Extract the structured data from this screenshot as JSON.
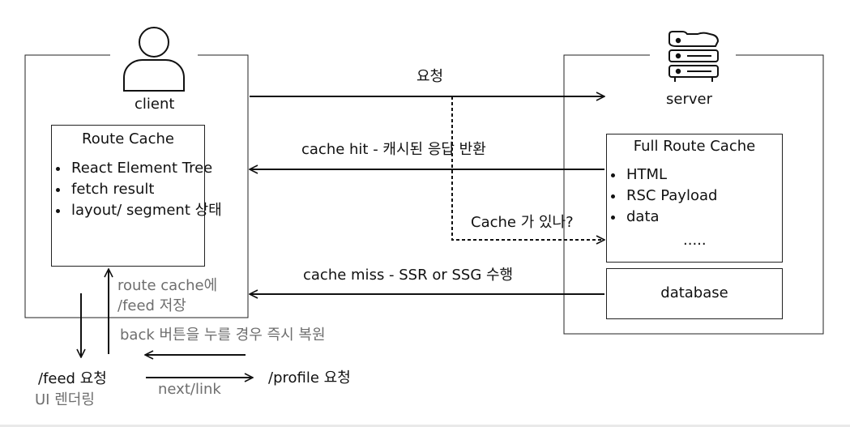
{
  "client": {
    "label": "client",
    "route_cache": {
      "title": "Route Cache",
      "items": [
        "React Element Tree",
        "fetch result",
        "layout/ segment 상태"
      ]
    }
  },
  "server": {
    "label": "server",
    "full_route_cache": {
      "title": "Full Route Cache",
      "items": [
        "HTML",
        "RSC Payload",
        "data",
        "....."
      ]
    },
    "database": {
      "label": "database"
    }
  },
  "arrows": {
    "request": "요청",
    "cache_hit": "cache hit - 캐시된 응답 반환",
    "cache_check": "Cache 가 있나?",
    "cache_miss": "cache miss - SSR or SSG 수행",
    "store_line1": "route cache에",
    "store_line2": "/feed 저장",
    "back": "back 버튼을 누를 경우 즉시 복원",
    "next_link": "next/link"
  },
  "pages": {
    "feed_request": "/feed 요청",
    "ui_render": "UI 렌더링",
    "profile_request": "/profile 요청"
  },
  "icons": [
    "user-icon",
    "server-icon"
  ]
}
